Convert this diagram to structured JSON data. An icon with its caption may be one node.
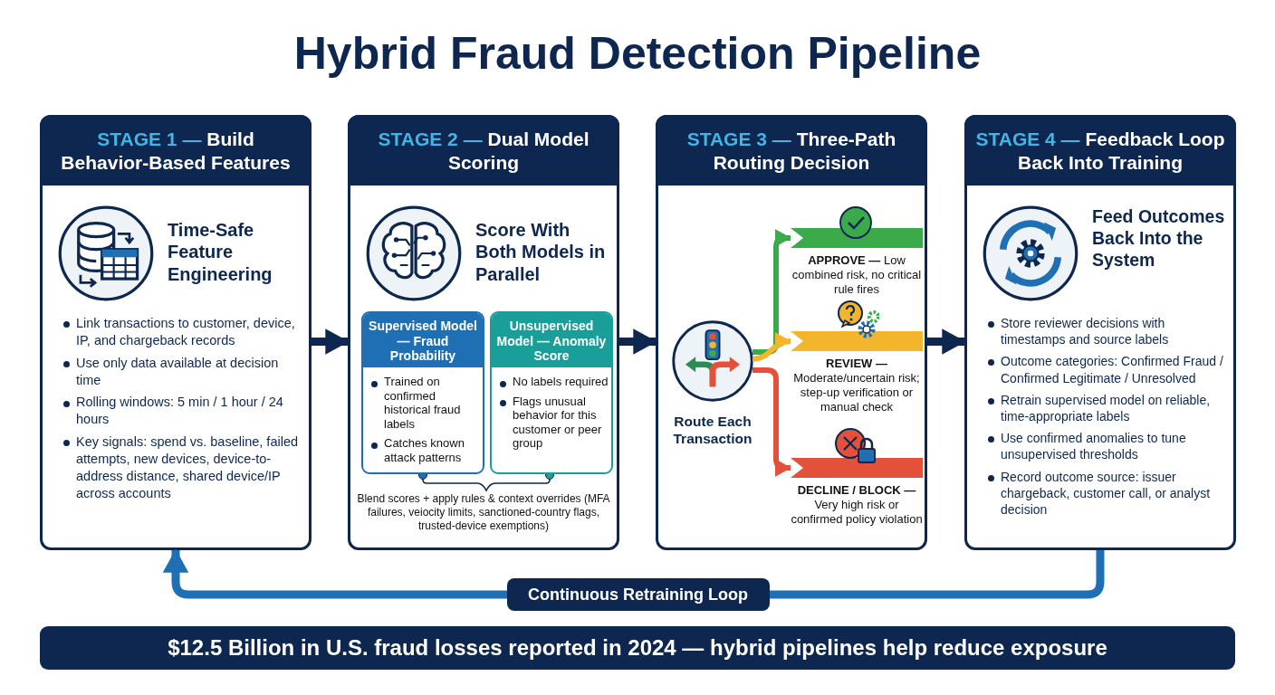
{
  "diagram": {
    "title": "Hybrid Fraud Detection Pipeline",
    "caption": "$12.5 Billion in U.S. fraud losses reported in 2024 — hybrid pipelines help reduce exposure",
    "nodes": [
      {
        "text": [
          "STAGE 1 —",
          "Build Behavior-Based Features",
          "Time-Safe Feature Engineering",
          "Link transactions to customer, device, IP, and chargeback records",
          "Use only data available at decision time",
          "Rolling windows: 5 min / 1 hour / 24 hours",
          "Key signals: spend vs. baseline, failed attempts, new devices, device-to-address distance, shared device/IP across accounts"
        ]
      },
      {
        "text": [
          "STAGE 2 —",
          "Dual Model Scoring",
          "Score With Both Models in Parallel",
          "Blend scores + apply rules & context overrides (MFA failures, veiocity limits, sanctioned-country flags, trusted-device exemptions)"
        ]
      },
      {
        "text": [
          "Supervised Model — Fraud Probability",
          "Trained on confirmed historical fraud labels",
          "Catches known attack patterns"
        ],
        "in": 1
      },
      {
        "text": [
          "Unsupervised Model — Anomaly Score",
          "No labels required",
          "Flags unusual behavior for this customer or peer group"
        ],
        "in": 1
      },
      {
        "text": [
          "STAGE 3 —",
          "Three-Path Routing Decision"
        ]
      },
      {
        "text": [
          "Route Each Transaction"
        ],
        "in": 4
      },
      {
        "text": [
          "**APPROVE —** Low combined risk, no critical rule fires"
        ],
        "in": 4
      },
      {
        "text": [
          "**REVIEW —** Moderate/uncertain risk; step-up verification or manual check"
        ],
        "in": 4
      },
      {
        "text": [
          "**DECLINE / BLOCK —** Very high risk or confirmed policy violation"
        ],
        "in": 4
      },
      {
        "text": [
          "STAGE 4 —",
          "Feedback Loop Back Into Training",
          "Feed Outcomes Back Into the System",
          "Store reviewer decisions with timestamps and source labels",
          "Outcome categories: Confirmed Fraud / Confirmed Legitimate / Unresolved",
          "Retrain supervised model on reliable, time-appropriate labels",
          "Use confirmed anomalies to tune unsupervised thresholds",
          "Record outcome source: issuer chargeback, customer call, or analyst decision"
        ]
      }
    ],
    "edges": [
      {
        "from": 0,
        "to": 1,
        "arrow": "to"
      },
      {
        "from": 1,
        "to": 4,
        "arrow": "to"
      },
      {
        "from": 4,
        "to": 9,
        "arrow": "to"
      },
      {
        "from": 9,
        "to": 0,
        "arrow": "to",
        "label": "Continuous Retraining Loop",
        "color": "#1f6fb5"
      },
      {
        "from": 5,
        "to": 6,
        "arrow": "to",
        "color": "#3aaa4a"
      },
      {
        "from": 5,
        "to": 7,
        "arrow": "to",
        "color": "#f2b52c"
      },
      {
        "from": 5,
        "to": 8,
        "arrow": "to",
        "color": "#e4513a"
      }
    ]
  }
}
